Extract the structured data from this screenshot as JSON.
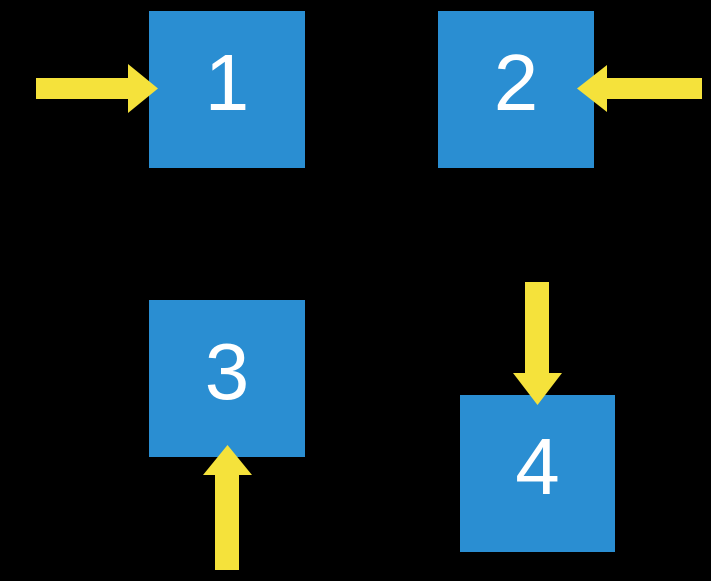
{
  "diagram": {
    "title": "four numbered squares with directional arrows",
    "squares": [
      {
        "label": "1",
        "arrow": "arrow-right-icon",
        "arrow_points_from": "left"
      },
      {
        "label": "2",
        "arrow": "arrow-left-icon",
        "arrow_points_from": "right"
      },
      {
        "label": "3",
        "arrow": "arrow-up-icon",
        "arrow_points_from": "bottom"
      },
      {
        "label": "4",
        "arrow": "arrow-down-icon",
        "arrow_points_from": "top"
      }
    ]
  },
  "colors": {
    "background": "#000000",
    "square-blue": "#2A8ED2",
    "arrow-yellow": "#F5E23B",
    "label-white": "#FFFFFF"
  }
}
